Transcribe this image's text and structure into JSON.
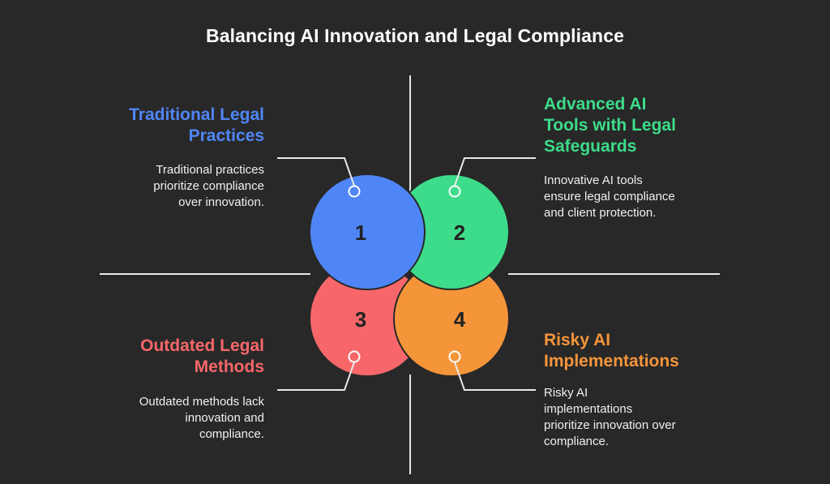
{
  "title": "Balancing AI Innovation and Legal Compliance",
  "colors": {
    "background": "#282828",
    "blue": "#4f86f7",
    "green": "#3ddc8a",
    "red": "#f7676a",
    "orange": "#f5953a",
    "line": "#e8e8e8"
  },
  "quadrants": [
    {
      "number": "1",
      "title": "Traditional Legal\nPractices",
      "description": "Traditional practices\nprioritize compliance\nover innovation.",
      "color": "#4f86f7"
    },
    {
      "number": "2",
      "title": "Advanced AI\nTools with Legal\nSafeguards",
      "description": "Innovative AI tools\nensure legal compliance\nand client protection.",
      "color": "#3ddc8a"
    },
    {
      "number": "3",
      "title": "Outdated Legal\nMethods",
      "description": "Outdated methods lack\ninnovation and\ncompliance.",
      "color": "#f7676a"
    },
    {
      "number": "4",
      "title": "Risky AI\nImplementations",
      "description": "Risky AI\nimplementations\nprioritize innovation over\ncompliance.",
      "color": "#f5953a"
    }
  ]
}
